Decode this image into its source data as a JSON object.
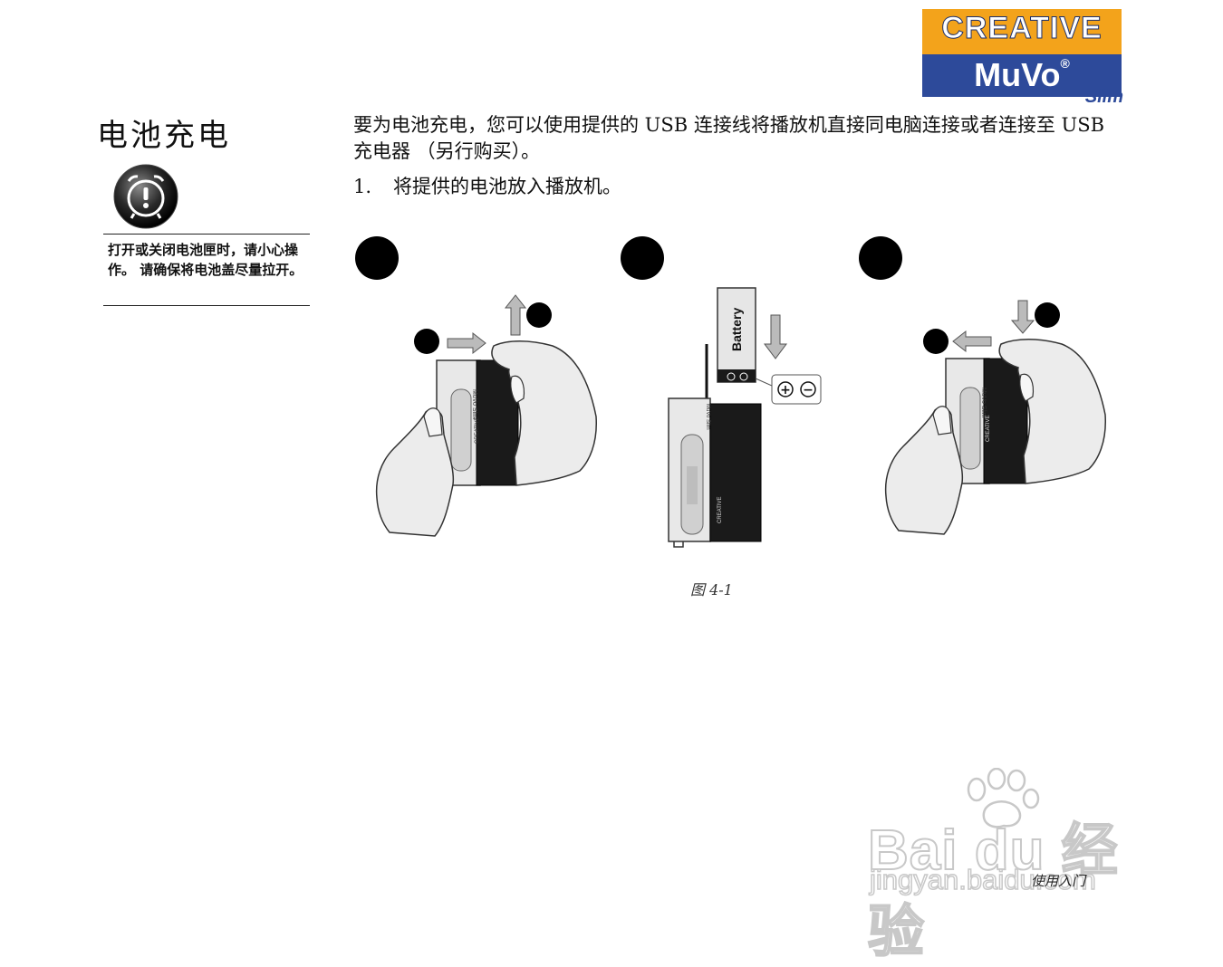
{
  "logo": {
    "brand": "CREATIVE",
    "product": "MuVo",
    "trademark": "®",
    "variant": "Slim"
  },
  "section": {
    "title": "电池充电"
  },
  "note": {
    "icon": "alarm-clock-warning-icon",
    "text": "打开或关闭电池匣时，请小心操作。 请确保将电池盖尽量拉开。"
  },
  "intro": {
    "text": "要为电池充电，您可以使用提供的 USB 连接线将播放机直接同电脑连接或者连接至 USB 充电器 （另行购买）。"
  },
  "step1": {
    "number": "1.",
    "text": "将提供的电池放入播放机。"
  },
  "illustration": {
    "battery_label": "Battery",
    "plus": "+",
    "minus": "−",
    "device_brand": "CREATIVE",
    "device_model": "MuVo Slim"
  },
  "caption": "图 4-1",
  "footer": "使用入门",
  "watermark": {
    "text": "Bai du 经验",
    "url": "jingyan.baidu.com"
  }
}
